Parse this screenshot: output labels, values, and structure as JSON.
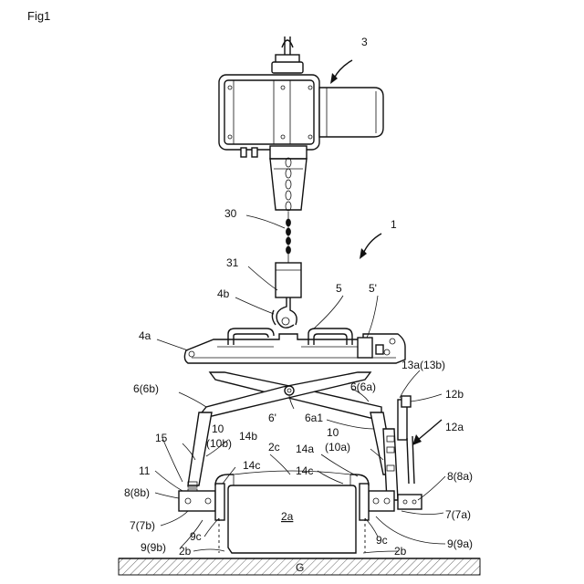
{
  "figure": {
    "title": "Fig1"
  },
  "colors": {
    "line": "#111111",
    "background": "#ffffff",
    "hatch": "#444444"
  },
  "labels": {
    "l3": "3",
    "l1": "1",
    "l30": "30",
    "l31": "31",
    "l4b": "4b",
    "l5": "5",
    "l5p": "5'",
    "l4a": "4a",
    "l13": "13a(13b)",
    "l6b": "6(6b)",
    "l6a": "6(6a)",
    "l12b": "12b",
    "l6p": "6'",
    "l6a1": "6a1",
    "l12a": "12a",
    "l10a": "10",
    "l10b": "(10b)",
    "l14b": "14b",
    "l2c": "2c",
    "l10c": "10",
    "l10d": "(10a)",
    "l15": "15",
    "l14a": "14a",
    "l14c1": "14c",
    "l14c2": "14c",
    "l11": "11",
    "l8b": "8(8b)",
    "l8a": "8(8a)",
    "l2a": "2a",
    "l7b": "7(7b)",
    "l7a": "7(7a)",
    "l9c1": "9c",
    "l9c2": "9c",
    "l9b": "9(9b)",
    "l9a": "9(9a)",
    "l2b1": "2b",
    "l2b2": "2b",
    "lG": "G"
  }
}
